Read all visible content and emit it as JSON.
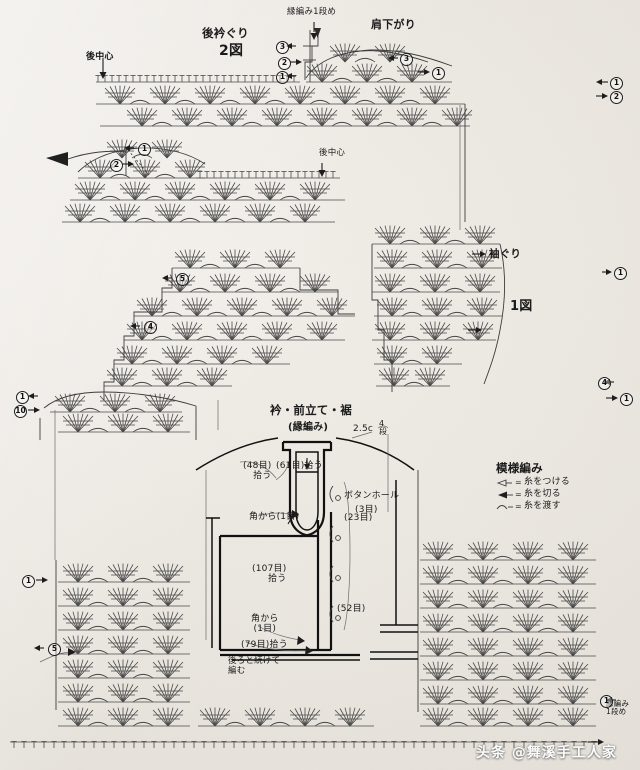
{
  "document": {
    "kind": "japanese-crochet-pattern-chart",
    "background_color": "#eae6df",
    "ink_color": "#4a4a4a"
  },
  "labels": {
    "back_neckline": "後衿ぐり",
    "figure_2": "2図",
    "figure_1": "1図",
    "back_center_top": "後中心",
    "back_center_mid": "後中心",
    "edging_row1_top": "縁編み1段め",
    "edging_row1_bottom": "縁編み\n1段め",
    "shoulder_slope": "肩下がり",
    "armhole": "袖ぐり",
    "band_title": "衿・前立て・裾",
    "band_subtitle": "(縁編み)",
    "band_gauge": "2.5c",
    "band_rows": "4\n段",
    "pick_61": "(61目)拾う",
    "pick_48": "(48目)\n拾う",
    "corner_1_top": "角から(1目)",
    "buttonhole": "ボタンホール",
    "buttonhole_sts": "(3目)",
    "sts_23": "(23目)",
    "pick_107": "(107目)\n拾う",
    "sts_52": "(52目)",
    "corner_1_bottom": "角から\n(1目)",
    "pick_79": "(79目)拾う",
    "continue_from_back": "後ろと続けて\n編む"
  },
  "legend": {
    "title": "模様編み",
    "entries": [
      {
        "symbol": "▷",
        "eq": "=",
        "text": "糸をつける"
      },
      {
        "symbol": "▶",
        "eq": "=",
        "text": "糸を切る"
      },
      {
        "symbol": "⌒",
        "eq": "=",
        "text": "糸を渡す"
      }
    ]
  },
  "row_markers": {
    "top_neck": [
      "3",
      "2",
      "1"
    ],
    "top_shoulder": [
      "3",
      "1"
    ],
    "top_right_edge": [
      "1",
      "2"
    ],
    "upper_left": [
      "1",
      "2"
    ],
    "mid_left": [
      "5",
      "4"
    ],
    "left_body": [
      "1",
      "10"
    ],
    "lower_left": [
      "1",
      "5"
    ],
    "right_body": [
      "1",
      "4",
      "1"
    ],
    "bottom_right": [
      "1"
    ]
  },
  "watermark": {
    "text": "头条 @舞溪手工人家"
  }
}
